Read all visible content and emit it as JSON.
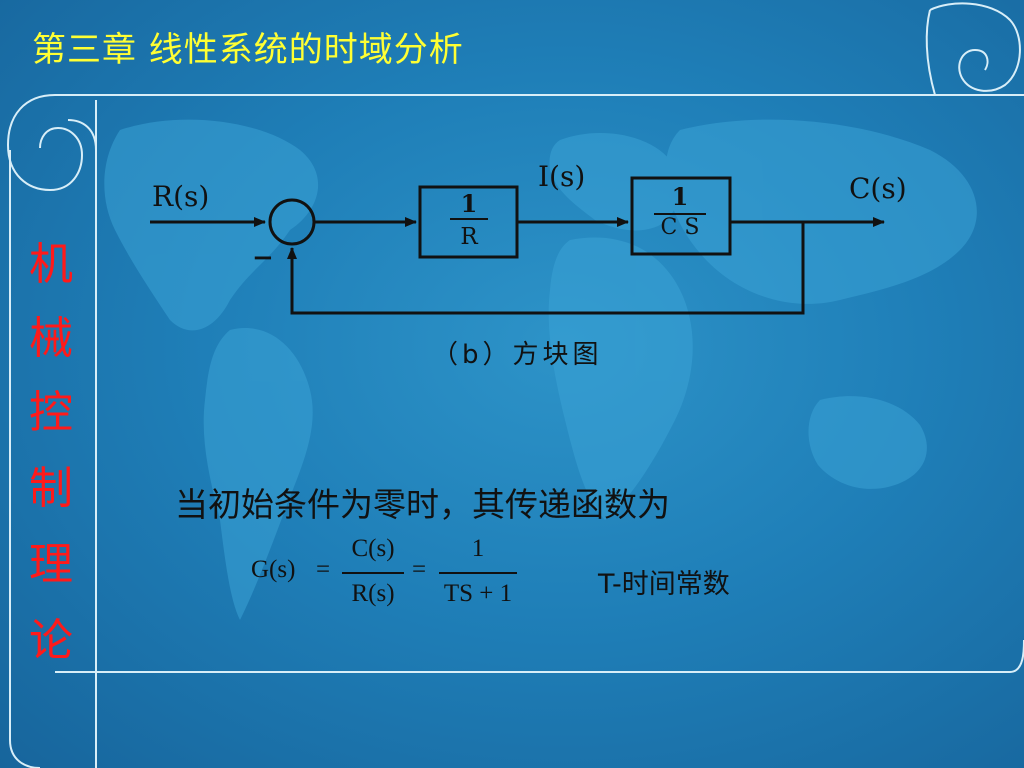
{
  "slide": {
    "title": "第三章  线性系统的时域分析",
    "side_title": [
      "机",
      "械",
      "控",
      "制",
      "理",
      "论"
    ]
  },
  "block_diagram": {
    "input_label": "R(s)",
    "intermediate_label": "I(s)",
    "output_label": "C(s)",
    "feedback_sign": "−",
    "block1": {
      "numerator": "1",
      "denominator": "R"
    },
    "block2": {
      "numerator": "1",
      "denominator": "C S"
    },
    "caption": "（b）方块图"
  },
  "text": {
    "statement": "当初始条件为零时，其传递函数为",
    "formula": {
      "lhs": "G(s)",
      "eq1": "=",
      "frac1_num": "C(s)",
      "frac1_den": "R(s)",
      "eq2": "=",
      "frac2_num": "1",
      "frac2_den": "TS + 1"
    },
    "note": "T-时间常数"
  },
  "colors": {
    "background": "#1f7fb8",
    "title": "#ffff33",
    "side_title": "#ff1a1a",
    "frame_lines": "#d8eef8",
    "diagram_lines": "#111111"
  }
}
